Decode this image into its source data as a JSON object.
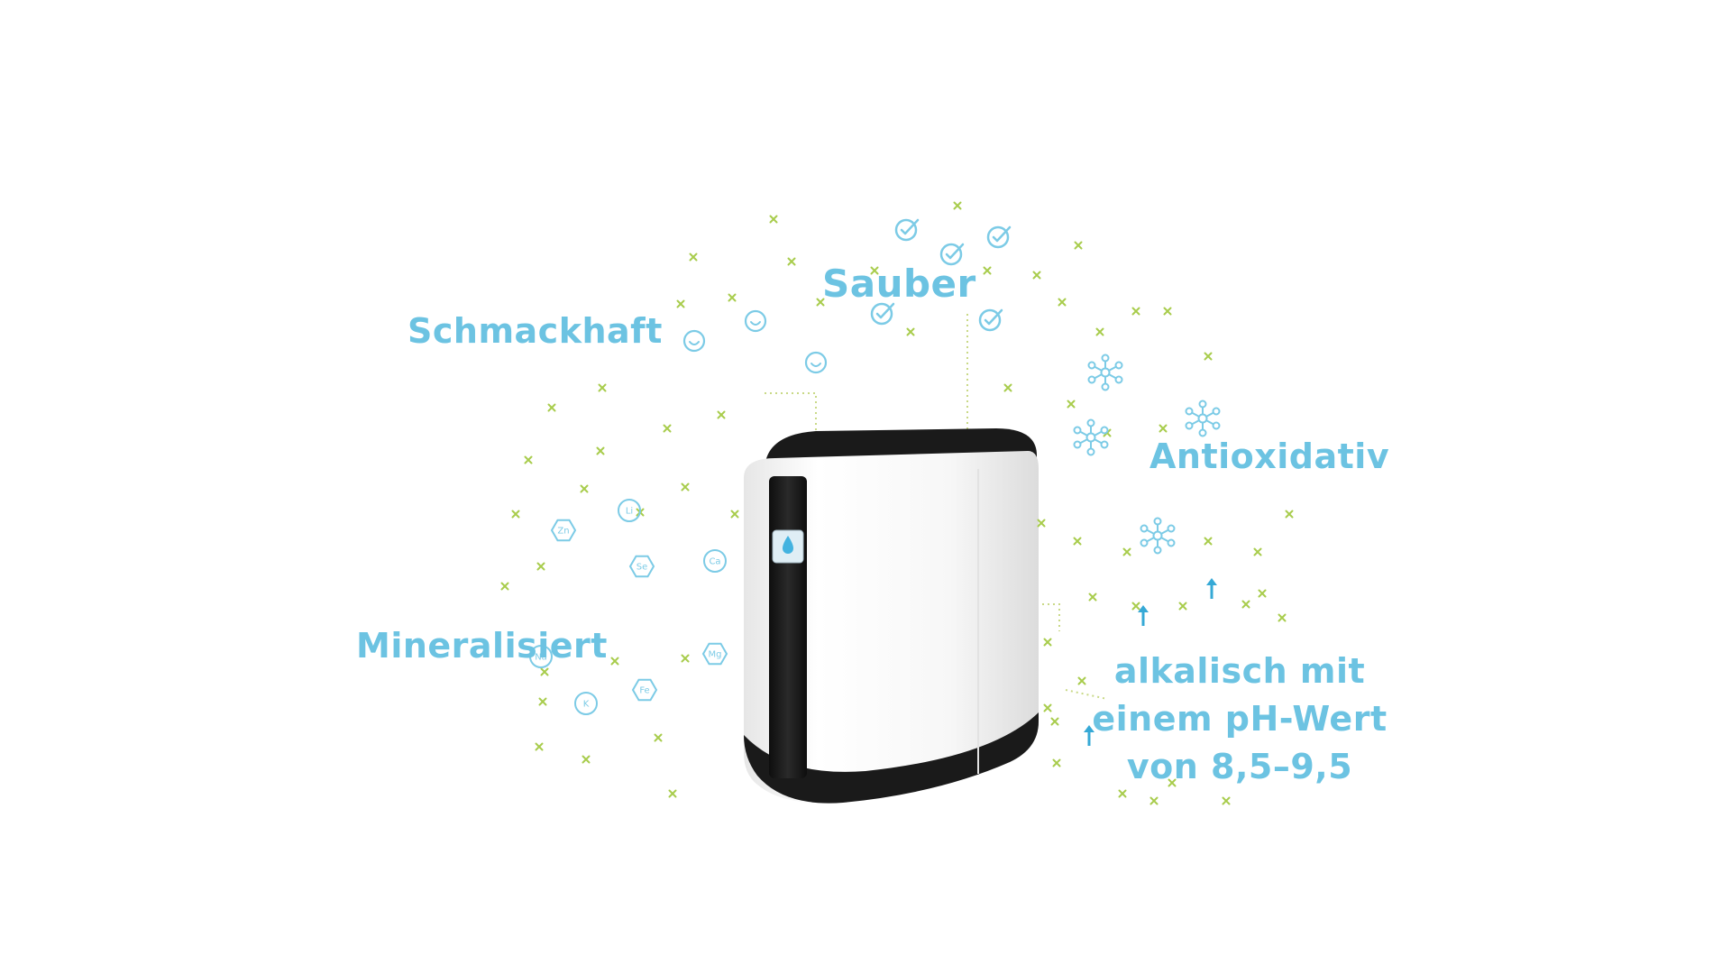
{
  "features": {
    "clean": "Sauber",
    "tasty": "Schmackhaft",
    "antioxidant": "Antioxidativ",
    "mineralized": "Mineralisiert",
    "alkaline": [
      "alkalisch mit",
      "einem pH-Wert",
      "von 8,5–9,5"
    ]
  },
  "mineral_badges": [
    "Zn",
    "Li",
    "Se",
    "Ca",
    "Mg",
    "K",
    "Fe",
    "Na"
  ],
  "colors": {
    "label": "#6cc3e2",
    "icon": "#7ccbe6",
    "sparkle": "#a8cc4c",
    "dotted_line": "#c9d986",
    "device_body": "#f4f4f4",
    "device_dark": "#1a1a1a"
  },
  "icons": {
    "clean": "check-circle-icon",
    "tasty": "smiley-icon",
    "antioxidant": "molecule-icon",
    "mineralized": "mineral-badge-icon",
    "alkaline": "up-arrow-icon"
  }
}
